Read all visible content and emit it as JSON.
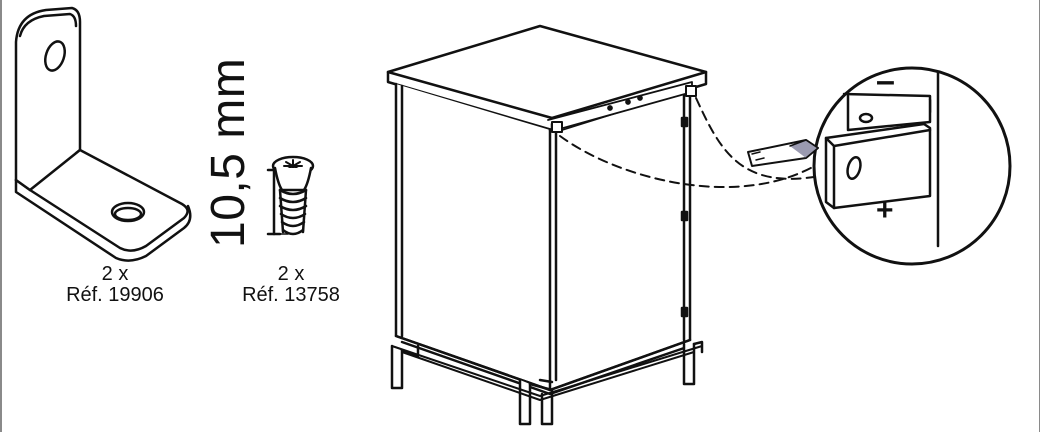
{
  "bracket": {
    "quantity": "2 x",
    "reference": "Réf. 19906"
  },
  "screw": {
    "quantity": "2 x",
    "reference": "Réf. 13758",
    "length": "10,5 mm"
  },
  "detail": {
    "minus": "–",
    "plus": "+"
  }
}
